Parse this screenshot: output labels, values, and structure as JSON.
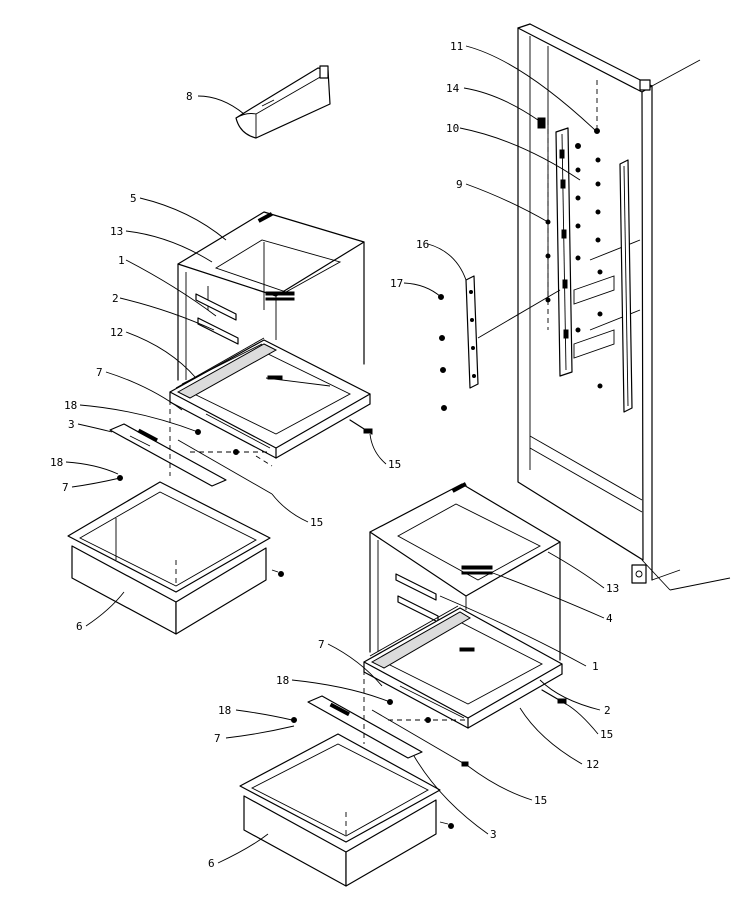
{
  "callouts": [
    {
      "id": "c8a",
      "text": "8"
    },
    {
      "id": "c11",
      "text": "11"
    },
    {
      "id": "c14",
      "text": "14"
    },
    {
      "id": "c10",
      "text": "10"
    },
    {
      "id": "c9",
      "text": "9"
    },
    {
      "id": "c5",
      "text": "5"
    },
    {
      "id": "c13a",
      "text": "13"
    },
    {
      "id": "c16",
      "text": "16"
    },
    {
      "id": "c17",
      "text": "17"
    },
    {
      "id": "c1a",
      "text": "1"
    },
    {
      "id": "c2a",
      "text": "2"
    },
    {
      "id": "c12a",
      "text": "12"
    },
    {
      "id": "c7a",
      "text": "7"
    },
    {
      "id": "c18a",
      "text": "18"
    },
    {
      "id": "c3a",
      "text": "3"
    },
    {
      "id": "c15a",
      "text": "15"
    },
    {
      "id": "c18b",
      "text": "18"
    },
    {
      "id": "c7b",
      "text": "7"
    },
    {
      "id": "c15b",
      "text": "15"
    },
    {
      "id": "c6a",
      "text": "6"
    },
    {
      "id": "c13b",
      "text": "13"
    },
    {
      "id": "c4",
      "text": "4"
    },
    {
      "id": "c7c",
      "text": "7"
    },
    {
      "id": "c1b",
      "text": "1"
    },
    {
      "id": "c18c",
      "text": "18"
    },
    {
      "id": "c2b",
      "text": "2"
    },
    {
      "id": "c15c",
      "text": "15"
    },
    {
      "id": "c18d",
      "text": "18"
    },
    {
      "id": "c7d",
      "text": "7"
    },
    {
      "id": "c12b",
      "text": "12"
    },
    {
      "id": "c15d",
      "text": "15"
    },
    {
      "id": "c3b",
      "text": "3"
    },
    {
      "id": "c6b",
      "text": "6"
    }
  ]
}
